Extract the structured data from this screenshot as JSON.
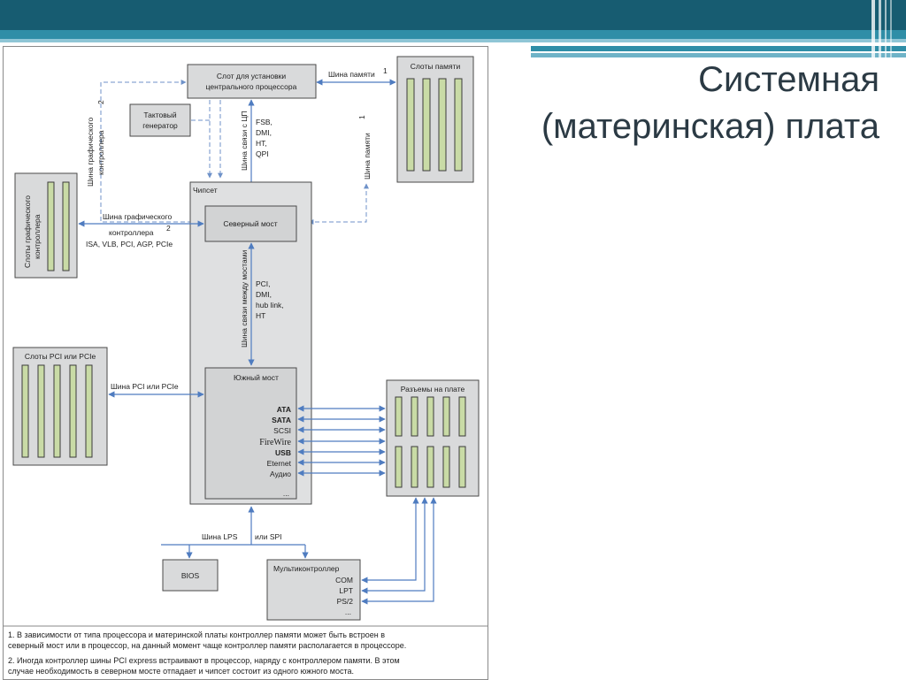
{
  "slide": {
    "title_line1": "Системная",
    "title_line2": "(материнская) плата"
  },
  "colors": {
    "header_dark": "#175c71",
    "header_light": "#2f8ea7",
    "accent_blue": "#4f7cc0",
    "slot_green": "#c9dba6",
    "box_gray": "#d9dadb"
  },
  "diagram": {
    "cpu_slot": [
      "Слот для установки",
      "центрального процессора"
    ],
    "clock_gen": [
      "Тактовый",
      "генератор"
    ],
    "memory_slots": "Слоты памяти",
    "memory_bus": "Шина памяти",
    "memory_bus_sup": "1",
    "memory_bus_vertical": "Шина памяти",
    "graphics_bus_vertical": [
      "Шина графического",
      "контроллера"
    ],
    "graphics_bus_sup": "2",
    "cpu_bus_vertical": "Шина связи с ЦП",
    "cpu_bus_types": [
      "FSB,",
      "DMI,",
      "HT,",
      "QPI"
    ],
    "chipset": "Чипсет",
    "north_bridge": "Северный мост",
    "graphics_slots_vertical": [
      "Слоты графического",
      "контроллера"
    ],
    "graphics_bus": [
      "Шина графического",
      "контроллера"
    ],
    "graphics_bus_types": "ISA, VLB, PCI, AGP, PCIe",
    "bridge_bus_vertical": "Шина связи между мостами",
    "bridge_bus_types": [
      "PCI,",
      "DMI,",
      "hub link,",
      "HT"
    ],
    "pci_slots": "Слоты PCI или PCIe",
    "pci_bus": "Шина PCI или PCIe",
    "south_bridge": "Южный мост",
    "south_ports": [
      "ATA",
      "SATA",
      "SCSI",
      "FireWire",
      "USB",
      "Eternet",
      "Аудио"
    ],
    "south_more": "...",
    "board_connectors": "Разъемы на плате",
    "lps_bus": "Шина LPS",
    "spi_bus": "или SPI",
    "bios": "BIOS",
    "multicontroller": "Мультиконтроллер",
    "multi_ports": [
      "COM",
      "LPT",
      "PS/2"
    ],
    "multi_more": "...",
    "note1_line1": "1. В зависимости от типа процессора и материнской платы контроллер памяти может быть встроен в",
    "note1_line2": "северный мост или в процессор, на данный момент чаще контроллер памяти располагается в процессоре.",
    "note2_line1": "2. Иногда контроллер шины PCI express встраивают в процессор, наряду с контроллером памяти. В этом",
    "note2_line2": "случае необходимость в северном мосте отпадает и чипсет состоит из одного южного моста."
  }
}
